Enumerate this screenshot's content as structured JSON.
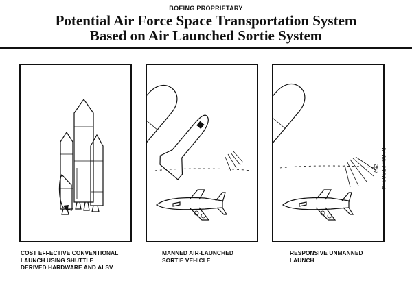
{
  "header": {
    "proprietary": "BOEING PROPRIETARY",
    "title_line1": "Potential Air Force Space Transportation System",
    "title_line2": "Based on Air Launched Sortie System"
  },
  "panels": [
    {
      "caption_lines": [
        "COST EFFECTIVE CONVENTIONAL",
        "LAUNCH  USING SHUTTLE",
        "DERIVED HARDWARE AND ALSV"
      ]
    },
    {
      "caption_lines": [
        "MANNED AIR-LAUNCHED",
        "SORTIE VEHICLE"
      ]
    },
    {
      "caption_lines": [
        "RESPONSIVE UNMANNED",
        "LAUNCH"
      ]
    }
  ],
  "side_text": {
    "line1": "D180-27669-4",
    "line2": "257"
  }
}
